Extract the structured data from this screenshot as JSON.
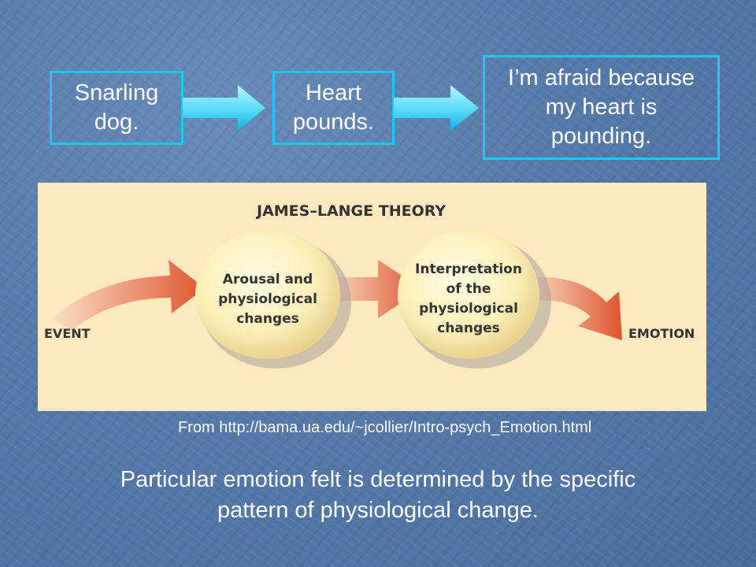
{
  "boxes": [
    {
      "line1": "Snarling",
      "line2": "dog."
    },
    {
      "line1": "Heart",
      "line2": "pounds."
    },
    {
      "line1": "I’m afraid because",
      "line2": "my heart is",
      "line3": "pounding."
    }
  ],
  "diagram": {
    "title": "JAMES–LANGE THEORY",
    "event_label": "EVENT",
    "circle1": {
      "line1": "Arousal and",
      "line2": "physiological",
      "line3": "changes"
    },
    "circle2": {
      "line1": "Interpretation",
      "line2": "of the",
      "line3": "physiological",
      "line4": "changes"
    },
    "emotion_label": "EMOTION"
  },
  "source": "From http://bama.ua.edu/~jcollier/Intro-psych_Emotion.html",
  "caption": {
    "line1": "Particular emotion felt is determined by the specific",
    "line2": "pattern of physiological change."
  },
  "colors": {
    "box_border": "#1ec8f4",
    "arrow_light": "#9ff1ff",
    "arrow_dark": "#16b6e6",
    "panel_bg": "#fde8bf",
    "diagram_arrow": "#e05a34"
  }
}
